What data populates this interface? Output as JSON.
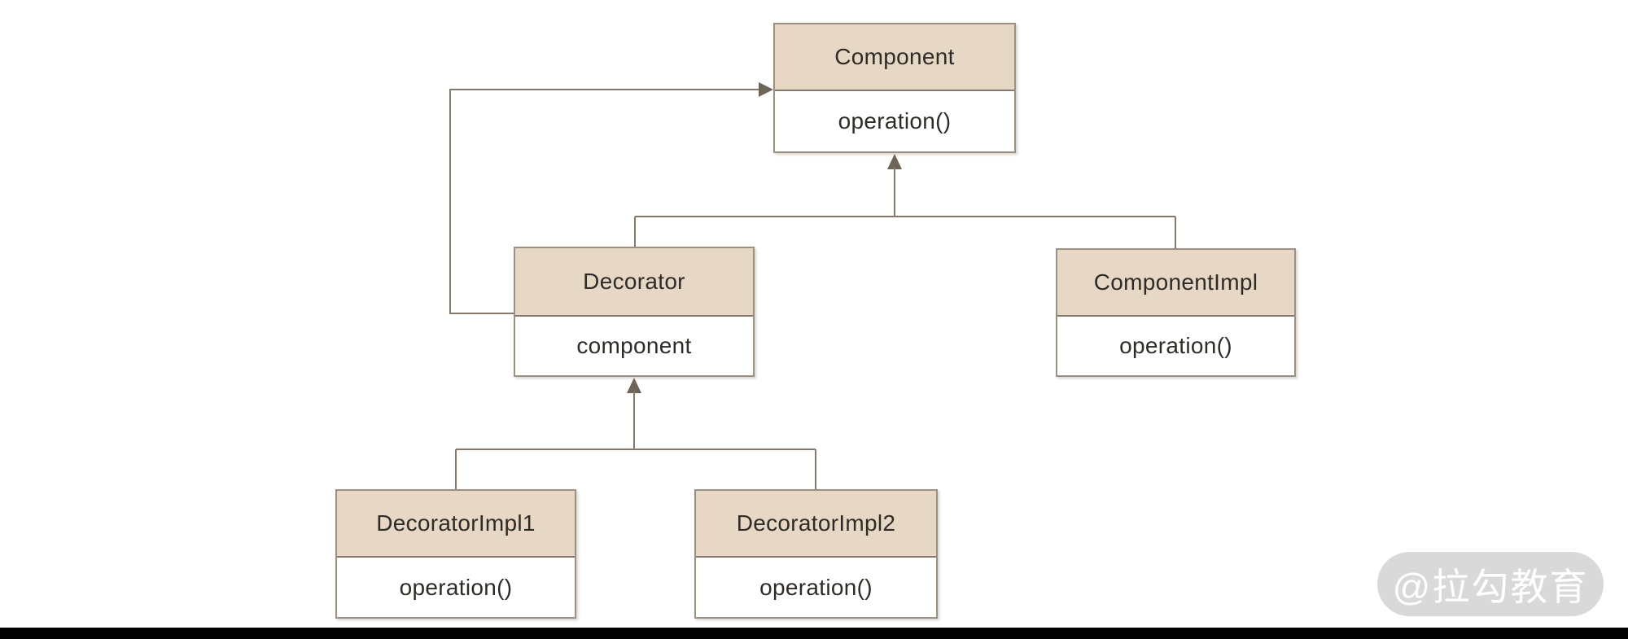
{
  "diagram": {
    "classes": [
      {
        "name": "Component",
        "members": [
          "operation()"
        ]
      },
      {
        "name": "Decorator",
        "members": [
          "component"
        ]
      },
      {
        "name": "ComponentImpl",
        "members": [
          "operation()"
        ]
      },
      {
        "name": "DecoratorImpl1",
        "members": [
          "operation()"
        ]
      },
      {
        "name": "DecoratorImpl2",
        "members": [
          "operation()"
        ]
      }
    ],
    "relations": [
      {
        "type": "association",
        "from": "Decorator",
        "to": "Component"
      },
      {
        "type": "inheritance",
        "from": "Decorator",
        "to": "Component"
      },
      {
        "type": "inheritance",
        "from": "ComponentImpl",
        "to": "Component"
      },
      {
        "type": "inheritance",
        "from": "DecoratorImpl1",
        "to": "Decorator"
      },
      {
        "type": "inheritance",
        "from": "DecoratorImpl2",
        "to": "Decorator"
      }
    ]
  },
  "watermark": {
    "label": "@拉勾教育"
  },
  "colors": {
    "canvas": "#ffffff",
    "header_fill": "#e7d8c6",
    "box_bg": "#ffffff",
    "box_border": "#9c9082",
    "divider": "#857a6d",
    "line": "#84796c",
    "arrow": "#6e6457",
    "text": "#2f2b26",
    "watermark_bg": "#d9d9d9",
    "watermark_text": "#ffffff",
    "bottom_bar": "#000000"
  }
}
